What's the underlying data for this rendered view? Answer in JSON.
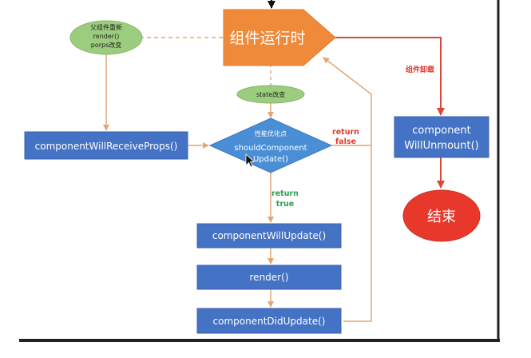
{
  "diagram": {
    "runtime_label": "组件运行时",
    "parent_rerender_lines": [
      "父组件重新",
      "render()",
      "porps改变"
    ],
    "state_change_label": "state改变",
    "will_receive_props": "componentWillReceiveProps()",
    "decision_lines": [
      "性能优化点",
      "shouldComponent",
      "Update()"
    ],
    "return_false_lines": [
      "return",
      "false"
    ],
    "return_true_lines": [
      "return",
      "true"
    ],
    "will_update": "componentWillUpdate()",
    "render": "render()",
    "did_update": "componentDidUpdate()",
    "unmount_edge_label": "组件卸载",
    "will_unmount_lines": [
      "component",
      "WillUnmount()"
    ],
    "end_label": "结束"
  },
  "colors": {
    "blue_box": "#4472c4",
    "orange_box": "#ef8a3b",
    "diamond": "#4a8fd6",
    "green_oval": "#9ccc7d",
    "red_circle": "#e8382c",
    "arrow_orange": "#e3a774",
    "arrow_red": "#d9473a"
  }
}
